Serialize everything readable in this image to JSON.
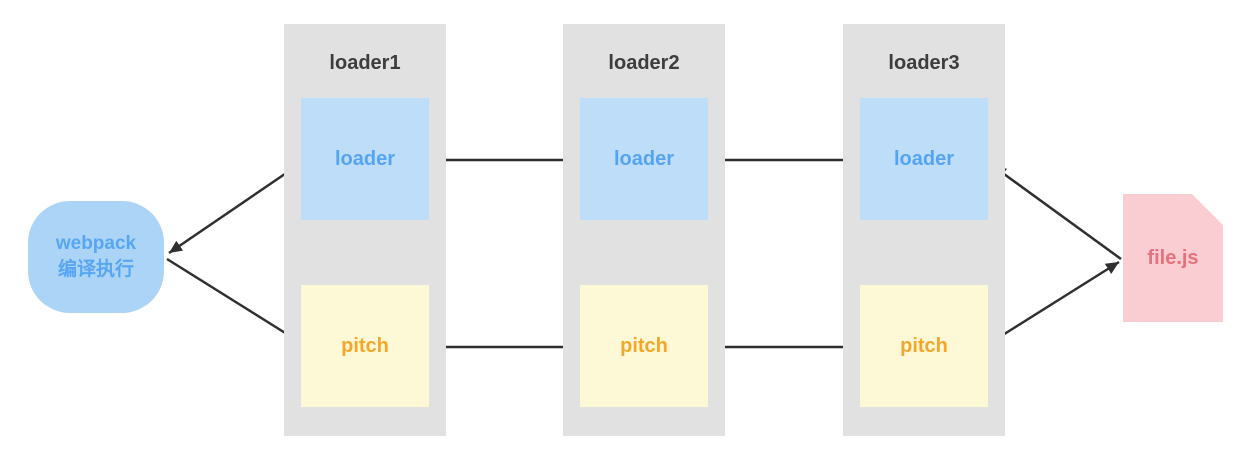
{
  "diagram": {
    "webpack_node": {
      "line1": "webpack",
      "line2": "编译执行"
    },
    "columns": [
      {
        "title": "loader1",
        "loader_label": "loader",
        "pitch_label": "pitch"
      },
      {
        "title": "loader2",
        "loader_label": "loader",
        "pitch_label": "pitch"
      },
      {
        "title": "loader3",
        "loader_label": "loader",
        "pitch_label": "pitch"
      }
    ],
    "file_node": {
      "label": "file.js"
    },
    "edges": [
      {
        "from": "webpack",
        "to": "loader1.pitch"
      },
      {
        "from": "loader1.pitch",
        "to": "loader2.pitch"
      },
      {
        "from": "loader2.pitch",
        "to": "loader3.pitch"
      },
      {
        "from": "loader3.pitch",
        "to": "file.js"
      },
      {
        "from": "file.js",
        "to": "loader3.loader"
      },
      {
        "from": "loader3.loader",
        "to": "loader2.loader"
      },
      {
        "from": "loader2.loader",
        "to": "loader1.loader"
      },
      {
        "from": "loader1.loader",
        "to": "webpack"
      }
    ],
    "colors": {
      "column_bg": "#e1e1e1",
      "loader_box_bg": "#bdddf8",
      "loader_text": "#55a4f1",
      "pitch_box_bg": "#fdf8d5",
      "pitch_text": "#f5a72b",
      "webpack_bg": "#abd4f6",
      "webpack_text": "#58a6f2",
      "file_bg": "#facdd3",
      "file_text": "#e5717c",
      "arrow": "#2f2f2f",
      "title_text": "#3d3d3d"
    }
  }
}
